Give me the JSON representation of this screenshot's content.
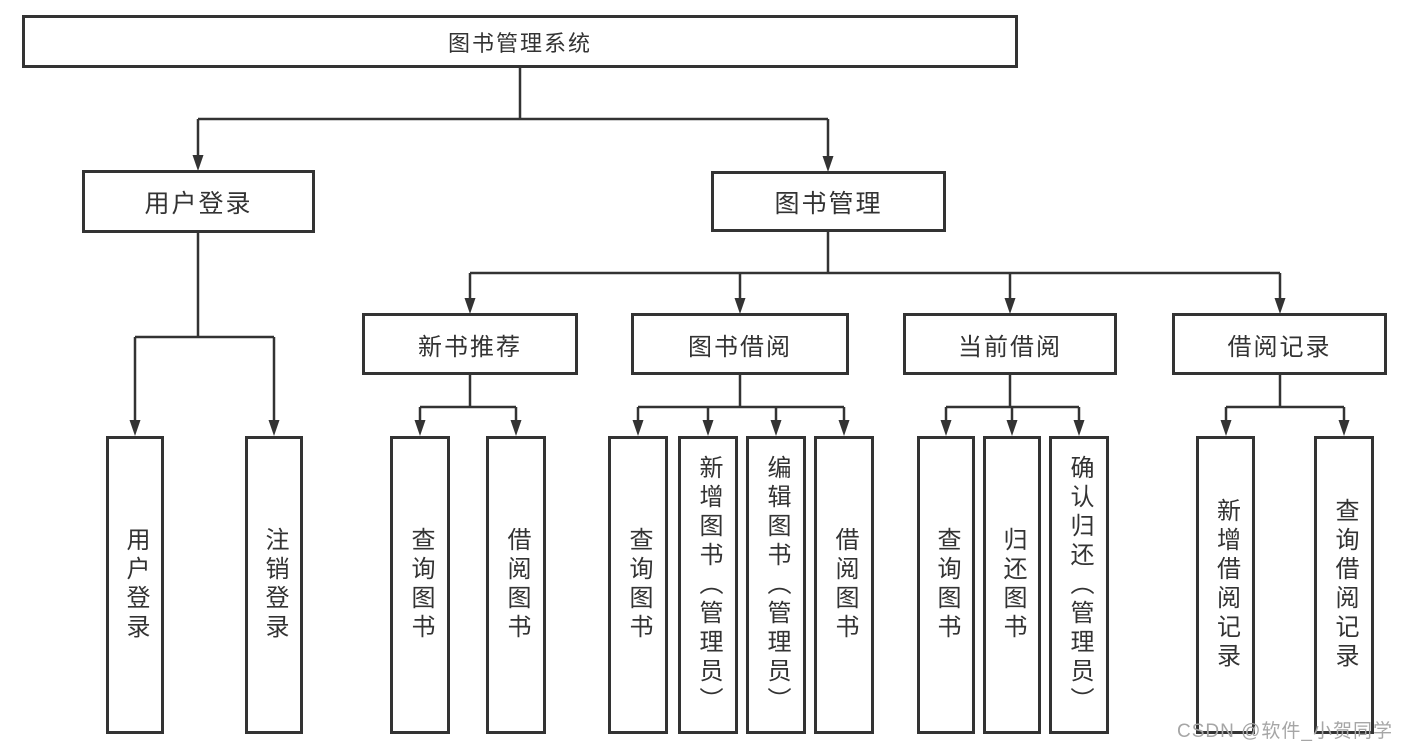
{
  "diagram": {
    "root": "图书管理系统",
    "user_login": {
      "label": "用户登录",
      "children": [
        "用户登录",
        "注销登录"
      ]
    },
    "book_mgmt": {
      "label": "图书管理",
      "sections": {
        "new_books": {
          "label": "新书推荐",
          "children": [
            "查询图书",
            "借阅图书"
          ]
        },
        "borrow": {
          "label": "图书借阅",
          "children": [
            "查询图书",
            "新增图书（管理员）",
            "编辑图书（管理员）",
            "借阅图书"
          ]
        },
        "current": {
          "label": "当前借阅",
          "children": [
            "查询图书",
            "归还图书",
            "确认归还（管理员）"
          ]
        },
        "records": {
          "label": "借阅记录",
          "children": [
            "新增借阅记录",
            "查询借阅记录"
          ]
        }
      }
    }
  },
  "watermark": "CSDN @软件_小贺同学",
  "colors": {
    "line": "#333333",
    "box_border": "#333333",
    "text": "#333333",
    "watermark": "#a6a6a6",
    "background": "#ffffff"
  }
}
